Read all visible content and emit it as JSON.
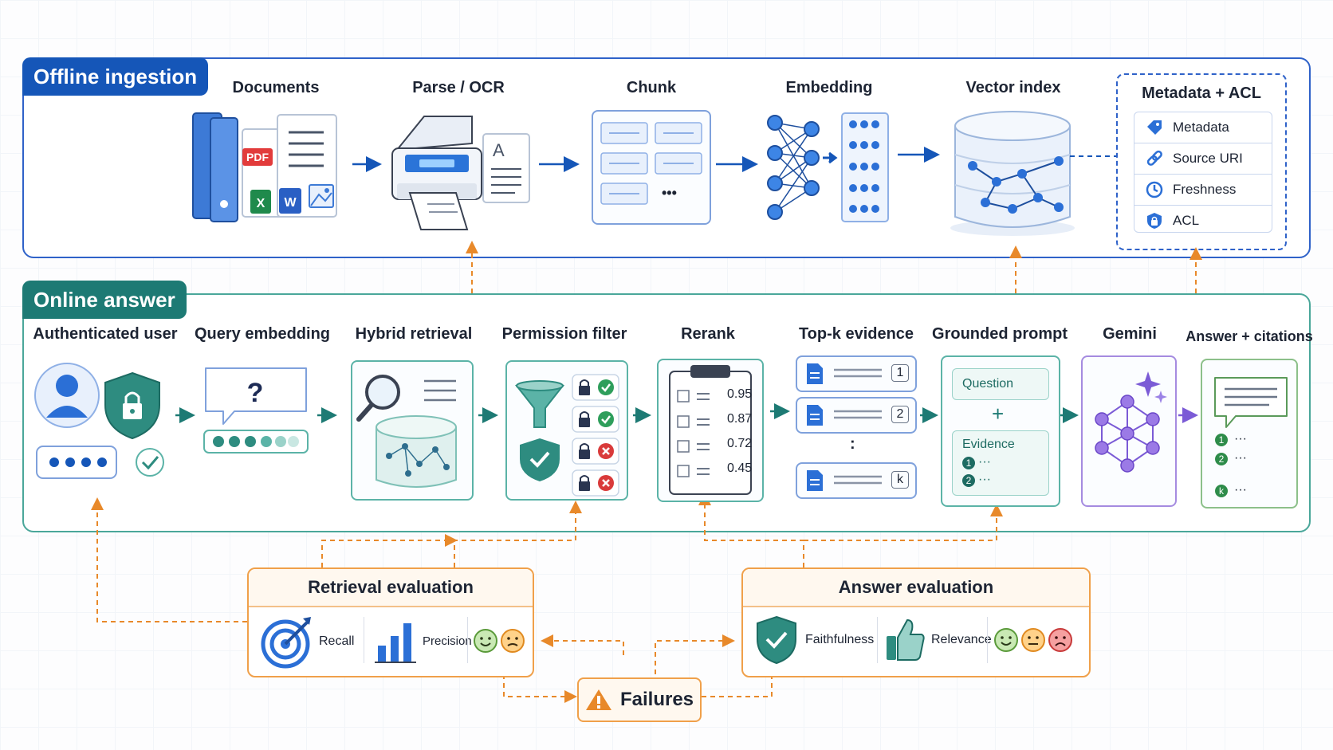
{
  "offline": {
    "title": "Offline ingestion",
    "steps": [
      "Documents",
      "Parse / OCR",
      "Chunk",
      "Embedding",
      "Vector index"
    ],
    "meta_box": {
      "title": "Metadata + ACL",
      "items": [
        {
          "label": "Metadata",
          "icon": "tag-icon"
        },
        {
          "label": "Source URI",
          "icon": "link-icon"
        },
        {
          "label": "Freshness",
          "icon": "clock-icon"
        },
        {
          "label": "ACL",
          "icon": "lock-icon"
        }
      ]
    },
    "doc_badges": {
      "pdf": "PDF",
      "excel": "X",
      "word": "W"
    },
    "parse_letter": "A",
    "chunk_more": "•••"
  },
  "online": {
    "title": "Online answer",
    "steps": [
      "Authenticated user",
      "Query embedding",
      "Hybrid retrieval",
      "Permission filter",
      "Rerank",
      "Top-k evidence",
      "Grounded prompt",
      "Gemini",
      "Answer + citations"
    ],
    "query_mark": "?",
    "rerank_scores": [
      "0.95",
      "0.87",
      "0.72",
      "0.45"
    ],
    "topk": [
      "1",
      "2",
      "k"
    ],
    "topk_more": ":",
    "prompt": {
      "question": "Question",
      "plus": "+",
      "evidence": "Evidence",
      "items": [
        "1",
        "2"
      ],
      "dots": "···"
    },
    "answer_citations": [
      "1",
      "2",
      "k"
    ],
    "answer_dots": "···"
  },
  "evaluation": {
    "retrieval": {
      "title": "Retrieval evaluation",
      "metrics": [
        "Recall",
        "Precision"
      ]
    },
    "answer": {
      "title": "Answer evaluation",
      "metrics": [
        "Faithfulness",
        "Relevance"
      ]
    },
    "failures": "Failures"
  },
  "colors": {
    "offline": "#1556b8",
    "online": "#1d7a74",
    "eval": "#f0a04a",
    "gemini": "#7b5bd6"
  }
}
